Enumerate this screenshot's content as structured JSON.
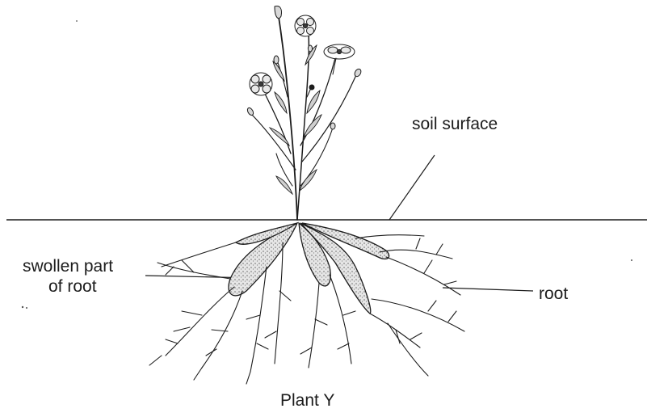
{
  "labels": {
    "soil_surface": "soil surface",
    "swollen_line1": "swollen part",
    "swollen_line2": "of root",
    "root": "root"
  },
  "caption": "Plant Y",
  "colors": {
    "ink": "#1c1c1c",
    "tuber_fill": "#8a8a8a",
    "background": "#ffffff"
  }
}
